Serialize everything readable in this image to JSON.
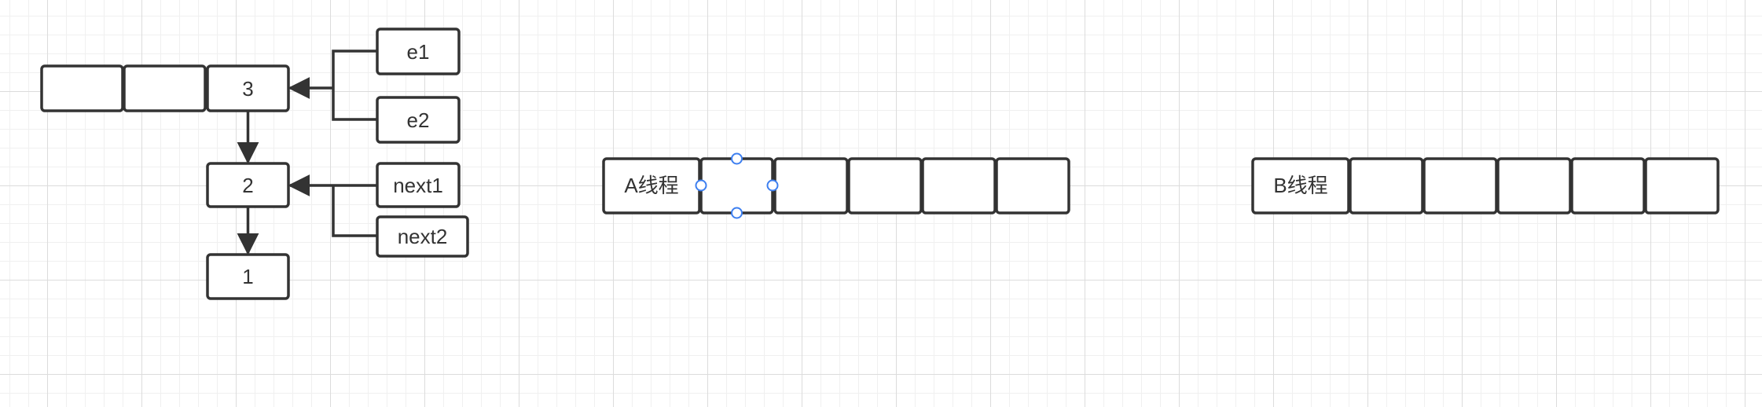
{
  "colors": {
    "stroke": "#333333",
    "box_fill": "#ffffff",
    "selection_handle": "#3d7ff0"
  },
  "linked_list": {
    "top_row": [
      "",
      "",
      "3"
    ],
    "chain": [
      "2",
      "1"
    ],
    "inputs_to_3": [
      "e1",
      "e2"
    ],
    "inputs_to_2": [
      "next1",
      "next2"
    ]
  },
  "thread_a": {
    "label": "A线程",
    "cells": [
      "",
      "",
      "",
      "",
      ""
    ]
  },
  "thread_b": {
    "label": "B线程",
    "cells": [
      "",
      "",
      "",
      "",
      ""
    ]
  }
}
